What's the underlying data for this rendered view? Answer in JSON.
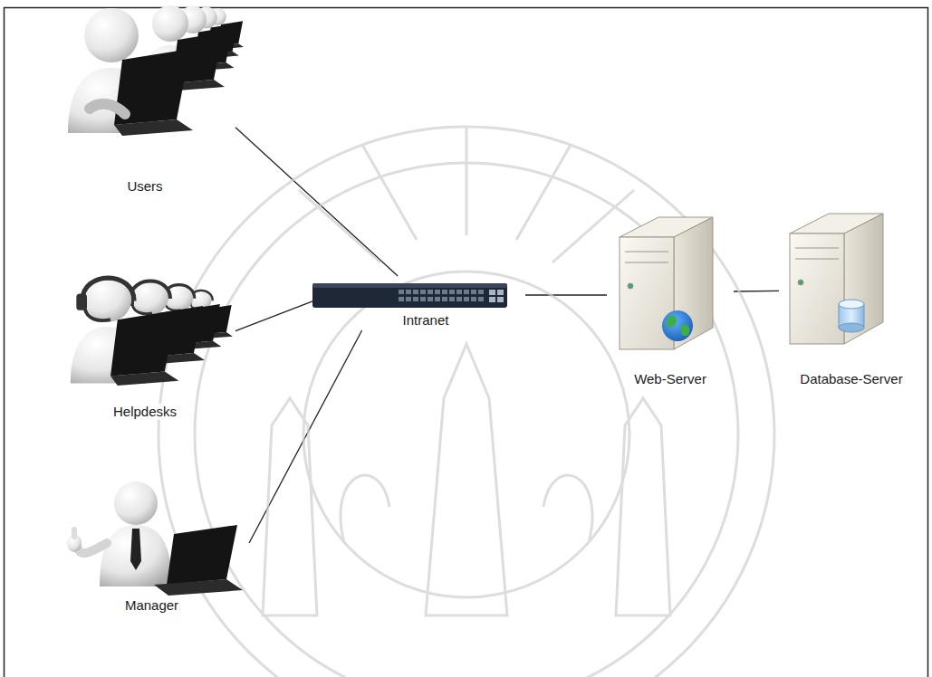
{
  "diagram": {
    "nodes": [
      {
        "text": [
          "Users"
        ]
      },
      {
        "text": [
          "Helpdesks"
        ]
      },
      {
        "text": [
          "Manager"
        ]
      },
      {
        "text": [
          "Intranet"
        ]
      },
      {
        "text": [
          "Web-Server"
        ]
      },
      {
        "text": [
          "Database-Server"
        ]
      }
    ],
    "edges": [
      {
        "from": 0,
        "to": 3,
        "arrow": "none"
      },
      {
        "from": 1,
        "to": 3,
        "arrow": "none"
      },
      {
        "from": 2,
        "to": 3,
        "arrow": "none"
      },
      {
        "from": 3,
        "to": 4,
        "arrow": "none"
      },
      {
        "from": 4,
        "to": 5,
        "arrow": "none"
      }
    ]
  }
}
